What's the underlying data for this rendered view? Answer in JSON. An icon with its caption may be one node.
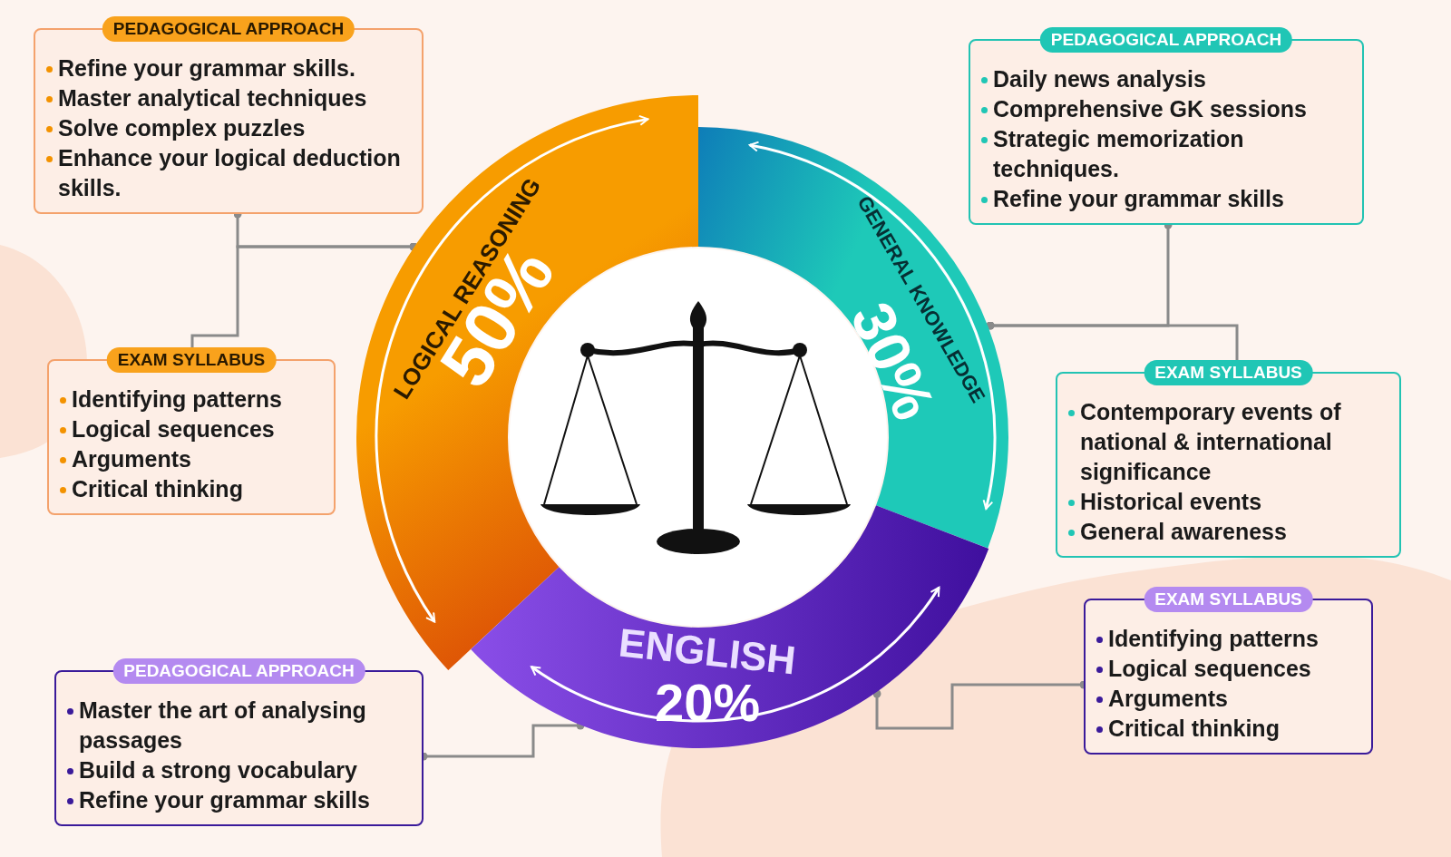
{
  "diagram": {
    "nodes": [
      {
        "text": [
          "PEDAGOGICAL APPROACH",
          "Refine your grammar skills.",
          "Master analytical techniques",
          "Solve complex puzzles",
          "Enhance your logical deduction skills."
        ]
      },
      {
        "text": [
          "PEDAGOGICAL APPROACH",
          "Daily news analysis",
          "Comprehensive GK sessions",
          "Strategic memorization techniques.",
          "Refine your grammar skills"
        ]
      },
      {
        "text": [
          "LOGICAL REASONING",
          "50%"
        ]
      },
      {
        "text": [
          "GENERAL KNOWLEDGE",
          "30%"
        ]
      },
      {
        "text": [
          "EXAM SYLLABUS",
          "Identifying patterns",
          "Logical sequences",
          "Arguments",
          "Critical thinking"
        ]
      },
      {
        "text": [
          "EXAM SYLLABUS",
          "Contemporary events of national & international significance",
          "Historical events",
          "General awareness"
        ]
      },
      {
        "text": [
          "ENGLISH",
          "20%"
        ]
      },
      {
        "text": [
          "EXAM SYLLABUS",
          "Identifying patterns",
          "Logical sequences",
          "Arguments",
          "Critical thinking"
        ]
      },
      {
        "text": [
          "PEDAGOGICAL APPROACH",
          "Master the art of analysing passages",
          "Build a strong vocabulary",
          "Refine your grammar skills"
        ]
      }
    ],
    "edges": [
      {
        "from": 0,
        "to": 2,
        "arrow": "other"
      },
      {
        "from": 4,
        "to": 2,
        "arrow": "other"
      },
      {
        "from": 1,
        "to": 3,
        "arrow": "other"
      },
      {
        "from": 5,
        "to": 3,
        "arrow": "other"
      },
      {
        "from": 7,
        "to": 6,
        "arrow": "other"
      },
      {
        "from": 8,
        "to": 6,
        "arrow": "other"
      }
    ]
  }
}
